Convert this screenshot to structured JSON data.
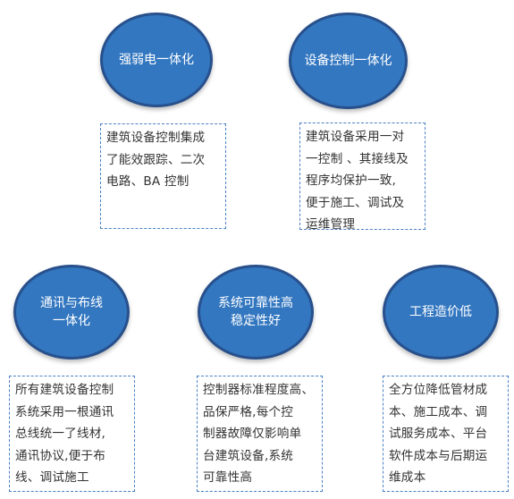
{
  "nodes": [
    {
      "id": "strong-weak",
      "title_lines": [
        "强弱电一体化"
      ],
      "desc": "建筑设备控制集成\n了能效跟踪、二次\n电路、BA 控制"
    },
    {
      "id": "equip-control",
      "title_lines": [
        "设备控制一体化"
      ],
      "desc": "建筑设备采用一对\n一控制 、其接线及\n程序均保护一致,\n便于施工、调试及\n运维管理"
    },
    {
      "id": "comm-wiring",
      "title_lines": [
        "通讯与布线",
        "一体化"
      ],
      "desc": "所有建筑设备控制\n系统采用一根通讯\n总线统一了线材,\n通讯协议,便于布\n线、调试施工"
    },
    {
      "id": "reliability",
      "title_lines": [
        "系统可靠性高",
        "稳定性好"
      ],
      "desc": "控制器标准程度高、\n品保严格,每个控\n制器故障仅影响单\n台建筑设备,系统\n可靠性高"
    },
    {
      "id": "low-cost",
      "title_lines": [
        "工程造价低"
      ],
      "desc": "全方位降低管材成\n本、施工成本、调\n试服务成本、平台\n软件成本与后期运\n维成本"
    }
  ]
}
